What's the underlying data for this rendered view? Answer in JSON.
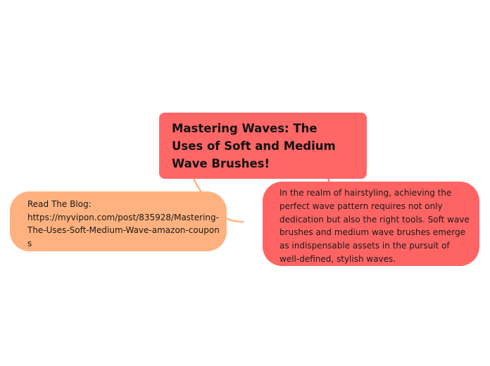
{
  "mindmap": {
    "central_topic": {
      "label": "Mastering Waves: The Uses of Soft and Medium Wave Brushes!",
      "color": "#ff6666"
    },
    "branches": [
      {
        "id": "blog-link",
        "position": "left",
        "label_title": "Read The Blog:",
        "label_url": "https://myvipon.com/post/835928/Mastering-The-Uses-Soft-Medium-Wave-amazon-coupons",
        "color": "#ffb27f"
      },
      {
        "id": "description",
        "position": "right",
        "label": "In the realm of hairstyling, achieving the perfect wave pattern requires not only dedication but also the right tools. Soft wave brushes and medium wave brushes emerge as indispensable assets in the pursuit of well-defined, stylish waves.",
        "color": "#ff6464"
      }
    ],
    "connector_colors": {
      "to_left": "#ffb27f",
      "to_right": "#ff6464"
    }
  }
}
